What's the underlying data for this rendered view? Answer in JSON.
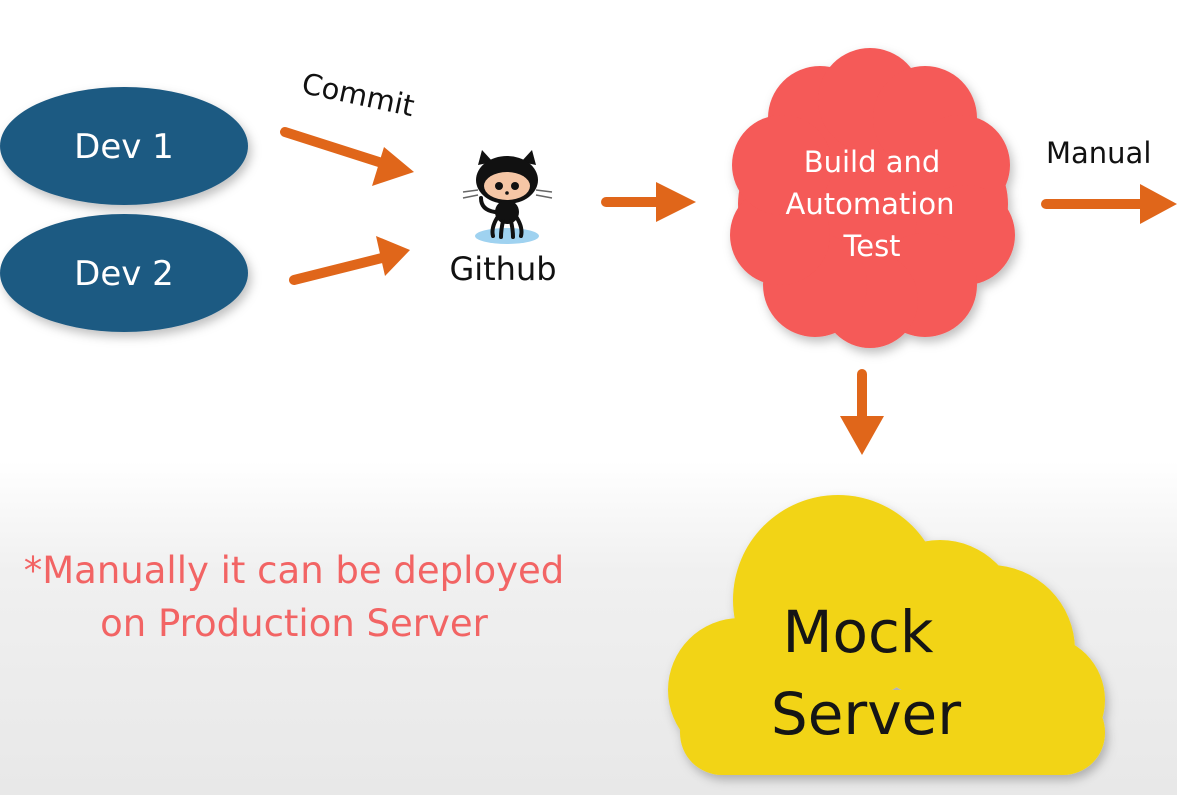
{
  "nodes": {
    "dev1": {
      "label": "Dev 1"
    },
    "dev2": {
      "label": "Dev 2"
    },
    "github": {
      "label": "Github",
      "icon": "octocat-icon"
    },
    "build": {
      "lines": [
        "Build and",
        "Automation",
        "Test"
      ]
    },
    "mock_server": {
      "lines": [
        "Mock",
        "Server"
      ]
    }
  },
  "edges": {
    "commit_label": "Commit",
    "manual_label": "Manual"
  },
  "note": {
    "lines": [
      "*Manually it can be deployed",
      "on Production Server"
    ]
  },
  "colors": {
    "dev_fill": "#1e5a82",
    "build_fill": "#f55a58",
    "mock_fill": "#f2d418",
    "arrow": "#e0661a",
    "note_text": "#f26464"
  }
}
